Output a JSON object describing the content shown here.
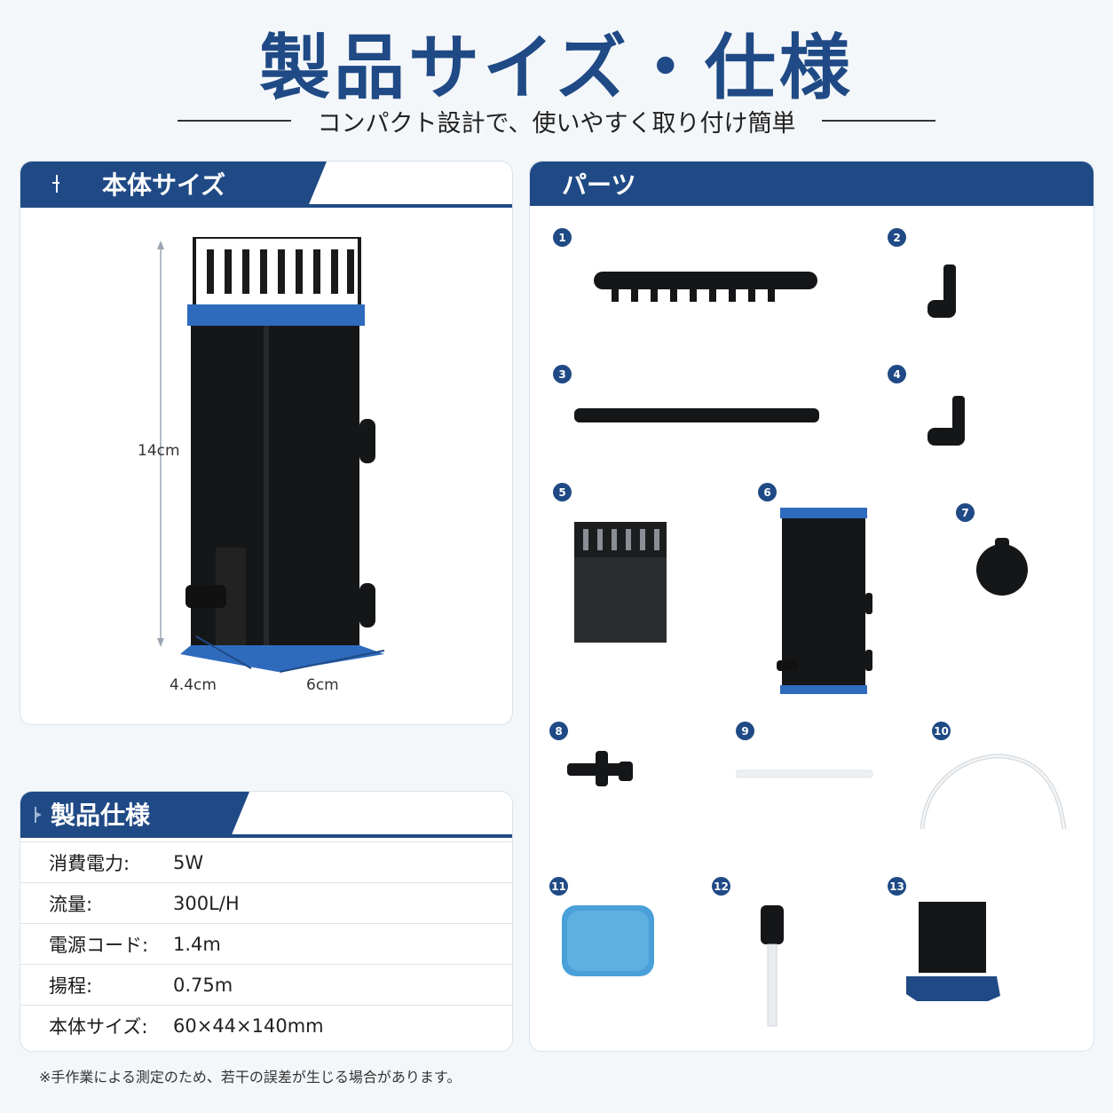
{
  "title": "製品サイズ・仕様",
  "subtitle": "コンパクト設計で、使いやすく取り付け簡単",
  "size_panel": {
    "header": "本体サイズ",
    "height_label": "14cm",
    "depth_label": "4.4cm",
    "width_label": "6cm"
  },
  "parts_panel": {
    "header": "パーツ",
    "numbers": [
      "1",
      "2",
      "3",
      "4",
      "5",
      "6",
      "7",
      "8",
      "9",
      "10",
      "11",
      "12",
      "13"
    ]
  },
  "spec_panel": {
    "header": "製品仕様",
    "rows": [
      {
        "key": "消費電力:",
        "value": "5W"
      },
      {
        "key": "流量:",
        "value": "300L/H"
      },
      {
        "key": "電源コード:",
        "value": "1.4m"
      },
      {
        "key": "揚程:",
        "value": "0.75m"
      },
      {
        "key": "本体サイズ:",
        "value": "60×44×140mm"
      }
    ]
  },
  "note": "※手作業による測定のため、若干の誤差が生じる場合があります。",
  "colors": {
    "accent": "#1f4a85",
    "blue_band": "#2f6bbd",
    "body": "#151618"
  }
}
